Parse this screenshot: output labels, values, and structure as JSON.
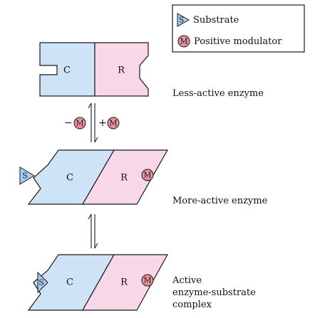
{
  "legend": {
    "substrate_symbol": "S",
    "substrate_label": "Substrate",
    "modulator_symbol": "M",
    "modulator_label": "Positive modulator"
  },
  "subunits": {
    "catalytic": "C",
    "regulatory": "R"
  },
  "states": [
    {
      "label_lines": [
        "Less-active enzyme"
      ]
    },
    {
      "label_lines": [
        "More-active enzyme"
      ]
    },
    {
      "label_lines": [
        "Active",
        "enzyme-substrate",
        "complex"
      ]
    }
  ],
  "transition": {
    "minus_sign": "−",
    "plus_sign": "+",
    "modulator_symbol": "M"
  },
  "colors": {
    "catalytic_fill": "#cfe3f6",
    "regulatory_fill": "#f8d7e6",
    "substrate_fill": "#a9cdee",
    "modulator_fill": "#e8909c",
    "outline": "#1a1a1a"
  },
  "icons": {
    "substrate": "substrate-wedge-icon",
    "modulator": "modulator-circle-icon",
    "arrows": "equilibrium-arrows-icon"
  }
}
